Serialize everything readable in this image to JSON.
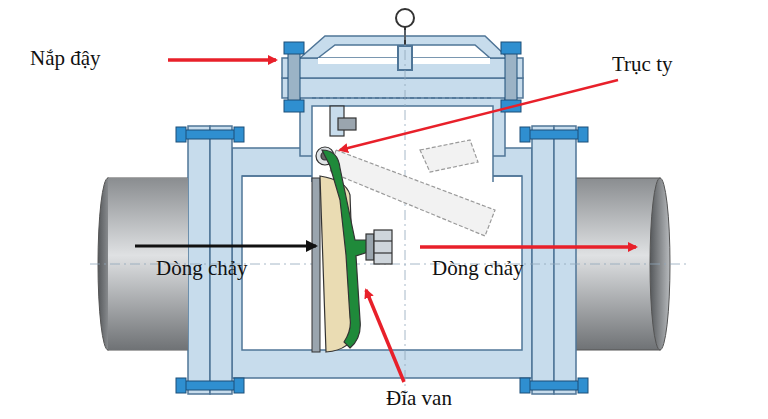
{
  "diagram": {
    "labels": [
      "Nắp đậy",
      "Trục ty",
      "Dòng chảy",
      "Dòng chảy",
      "Đĩa van"
    ]
  }
}
